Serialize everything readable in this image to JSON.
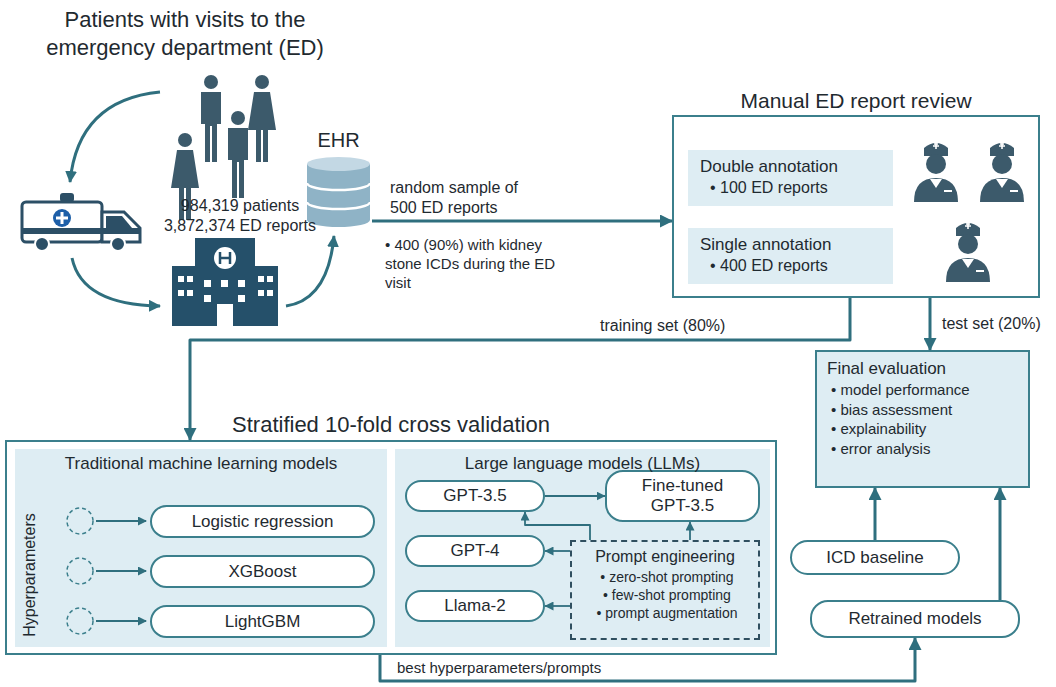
{
  "diagram": {
    "nodes": [
      {
        "text": [
          "EHR"
        ]
      },
      {
        "text": [
          "Manual ED report review"
        ]
      },
      {
        "text": [
          "Double annotation",
          "• 100 ED reports"
        ],
        "in": 1
      },
      {
        "text": [
          "Single annotation",
          "• 400 ED reports"
        ],
        "in": 1
      },
      {
        "text": [
          "Stratified 10-fold cross validation"
        ]
      },
      {
        "text": [
          "Traditional machine learning models"
        ],
        "in": 4
      },
      {
        "text": [
          "Logistic regression"
        ],
        "in": 5
      },
      {
        "text": [
          "XGBoost"
        ],
        "in": 5
      },
      {
        "text": [
          "LightGBM"
        ],
        "in": 5
      },
      {
        "text": [
          "Large language models (LLMs)"
        ],
        "in": 4
      },
      {
        "text": [
          "GPT-3.5"
        ],
        "in": 9
      },
      {
        "text": [
          "Fine-tuned GPT-3.5"
        ],
        "in": 9
      },
      {
        "text": [
          "GPT-4"
        ],
        "in": 9
      },
      {
        "text": [
          "Llama-2"
        ],
        "in": 9
      },
      {
        "text": [
          "Prompt engineering",
          "• zero-shot prompting",
          "• few-shot prompting",
          "• prompt augmentation"
        ],
        "in": 9
      },
      {
        "text": [
          "Final evaluation",
          "• model performance",
          "• bias assessment",
          "• explainability",
          "• error analysis"
        ]
      },
      {
        "text": [
          "ICD baseline"
        ]
      },
      {
        "text": [
          "Retrained models"
        ]
      }
    ],
    "edges": [
      {
        "from": 0,
        "to": 1,
        "arrow": "to",
        "label": "random sample of 500 ED reports"
      },
      {
        "from": 1,
        "to": 4,
        "arrow": "to",
        "label": "training set (80%)"
      },
      {
        "from": 1,
        "to": 15,
        "arrow": "to",
        "label": "test set (20%)"
      },
      {
        "from": 10,
        "to": 11,
        "arrow": "to"
      },
      {
        "from": 14,
        "to": 10,
        "arrow": "to"
      },
      {
        "from": 14,
        "to": 11,
        "arrow": "to"
      },
      {
        "from": 14,
        "to": 12,
        "arrow": "to"
      },
      {
        "from": 14,
        "to": 13,
        "arrow": "to"
      },
      {
        "from": 4,
        "to": 17,
        "arrow": "to",
        "label": "best hyperparameters/prompts"
      },
      {
        "from": 16,
        "to": 15,
        "arrow": "to"
      },
      {
        "from": 17,
        "to": 15,
        "arrow": "to"
      }
    ],
    "labels": [
      "Patients with visits to the emergency department (ED)",
      "984,319 patients",
      "3,872,374 ED reports",
      "• 400 (90%) with kidney stone ICDs during the ED visit",
      "Hyperparameters"
    ]
  }
}
